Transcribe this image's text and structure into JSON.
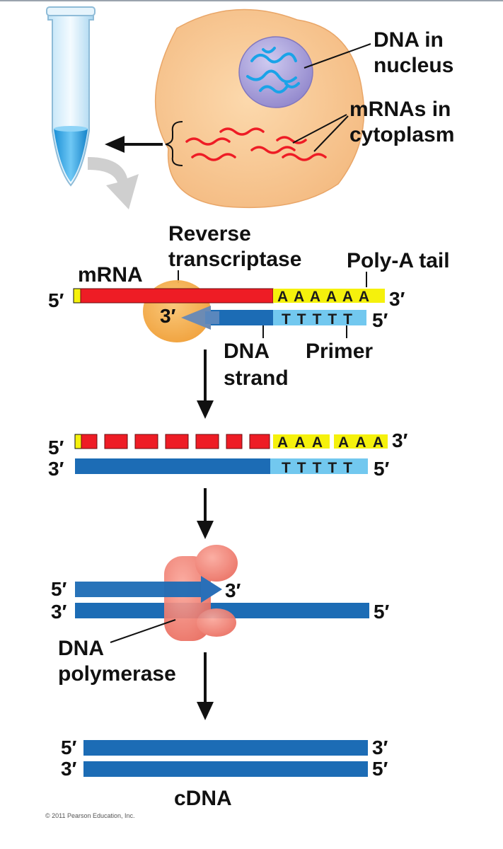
{
  "colors": {
    "mrna": "#ee1c25",
    "poly_a": "#f5f10c",
    "dna": "#1c6cb5",
    "primer": "#72c8ef",
    "cell": "#f8c894",
    "nucleus": "#a79fd3",
    "enzyme": "#f4a23a",
    "polymerase": "#f07a6c"
  },
  "icons": [
    "test-tube-icon",
    "curved-arrow-icon",
    "down-arrow-icon"
  ],
  "labels": {
    "dna_nucleus_l1": "DNA in",
    "dna_nucleus_l2": "nucleus",
    "mrna_cyto_l1": "mRNAs in",
    "mrna_cyto_l2": "cytoplasm",
    "rt_l1": "Reverse",
    "rt_l2": "transcriptase",
    "polya": "Poly-A tail",
    "mrna": "mRNA",
    "dna_strand_l1": "DNA",
    "dna_strand_l2": "strand",
    "primer": "Primer",
    "pol_l1": "DNA",
    "pol_l2": "polymerase",
    "cdna": "cDNA",
    "copyright": "© 2011 Pearson Education, Inc.",
    "five_prime": "5′",
    "three_prime": "3′"
  },
  "sequences": {
    "polya_step1": "AAAAAA",
    "primer_step1": "TTTTT",
    "polya_step2_a": "AAA",
    "polya_step2_b": "AAA",
    "primer_step2": "TTTTT"
  }
}
